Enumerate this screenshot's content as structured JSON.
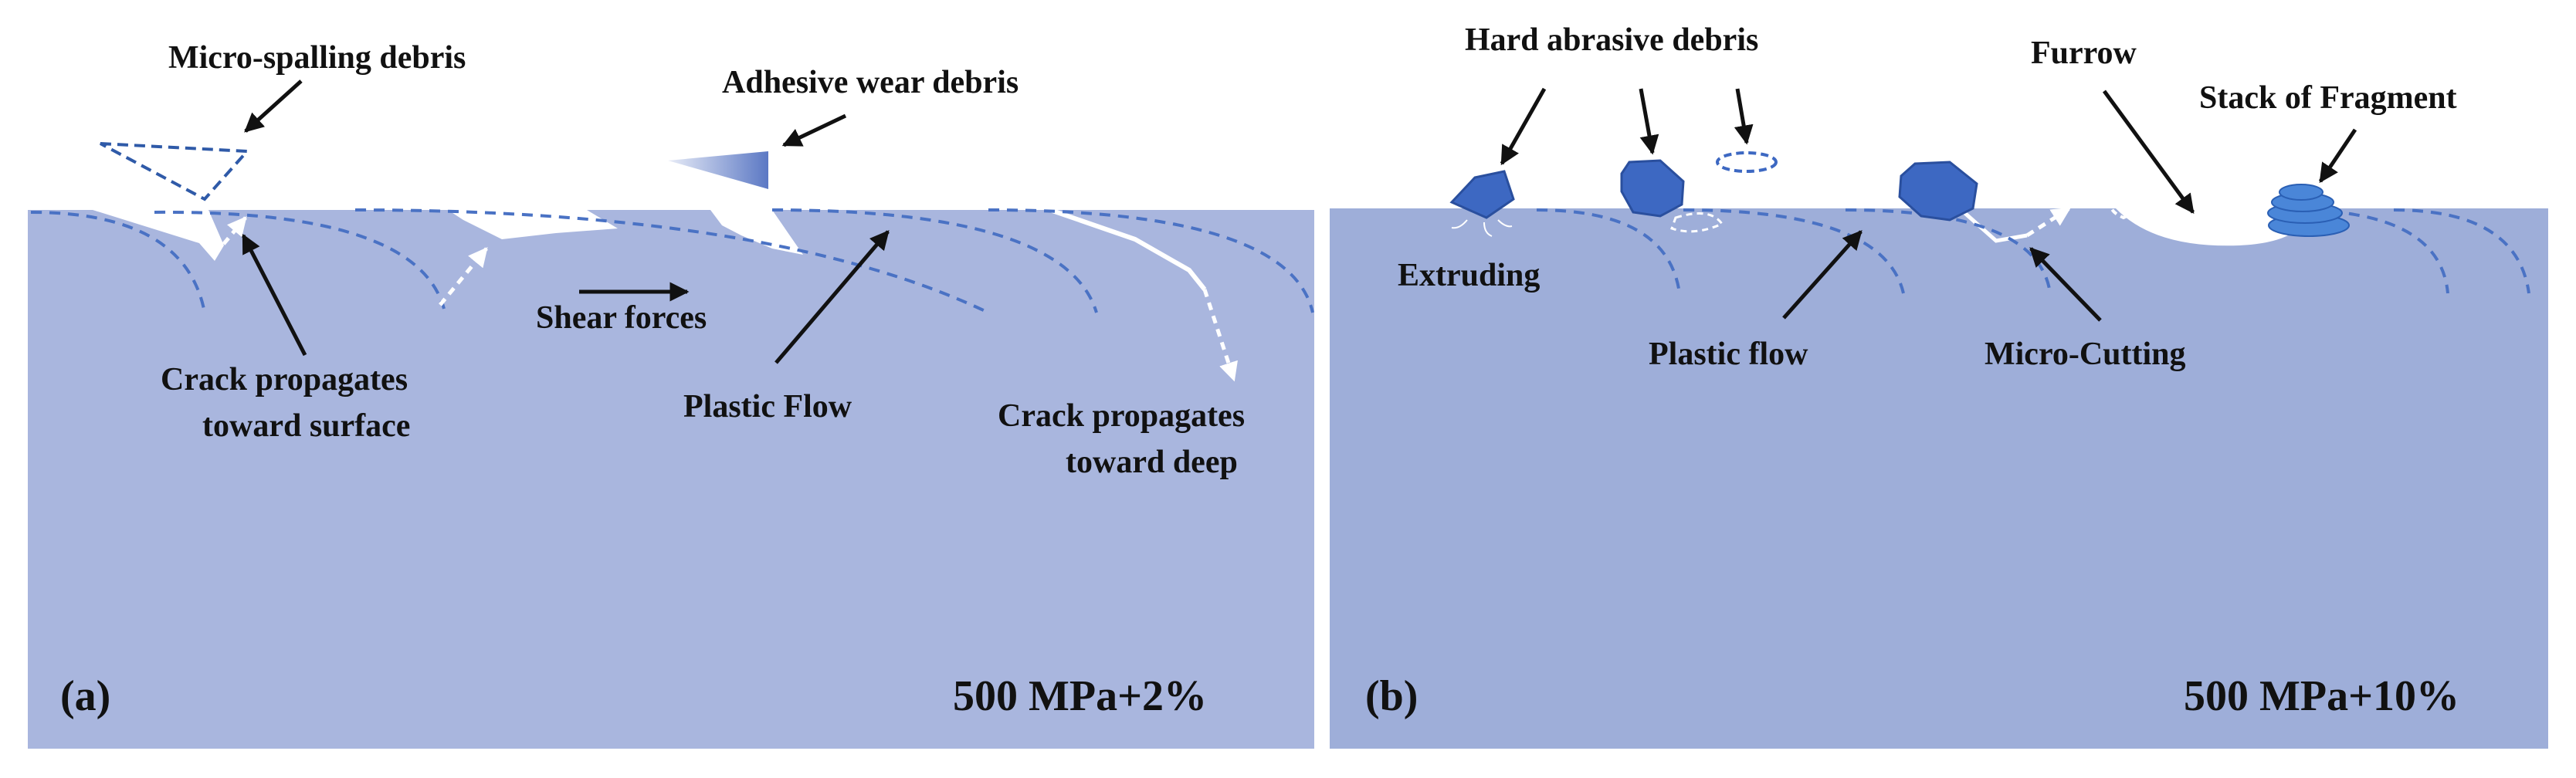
{
  "colors": {
    "substrate_a": "#a9b6de",
    "substrate_b": "#9eaed9",
    "dash": "#4a72c4",
    "particle": "#3d68c2",
    "particle_stroke": "#2a4f9e",
    "fragment": "#4a86d8",
    "crack": "#ffffff",
    "text": "#111111"
  },
  "panel_a": {
    "tag": "(a)",
    "condition": "500 MPa+2%",
    "labels": {
      "micro_spalling": "Micro-spalling debris",
      "adhesive": "Adhesive wear debris",
      "shear": "Shear forces",
      "crack_surface_1": "Crack propagates",
      "crack_surface_2": "toward surface",
      "plastic": "Plastic Flow",
      "crack_deep_1": "Crack propagates",
      "crack_deep_2": "toward deep"
    }
  },
  "panel_b": {
    "tag": "(b)",
    "condition": "500 MPa+10%",
    "labels": {
      "hard": "Hard abrasive debris",
      "furrow": "Furrow",
      "stack": "Stack of Fragment",
      "extruding": "Extruding",
      "plastic": "Plastic flow",
      "micro_cutting": "Micro-Cutting"
    }
  }
}
